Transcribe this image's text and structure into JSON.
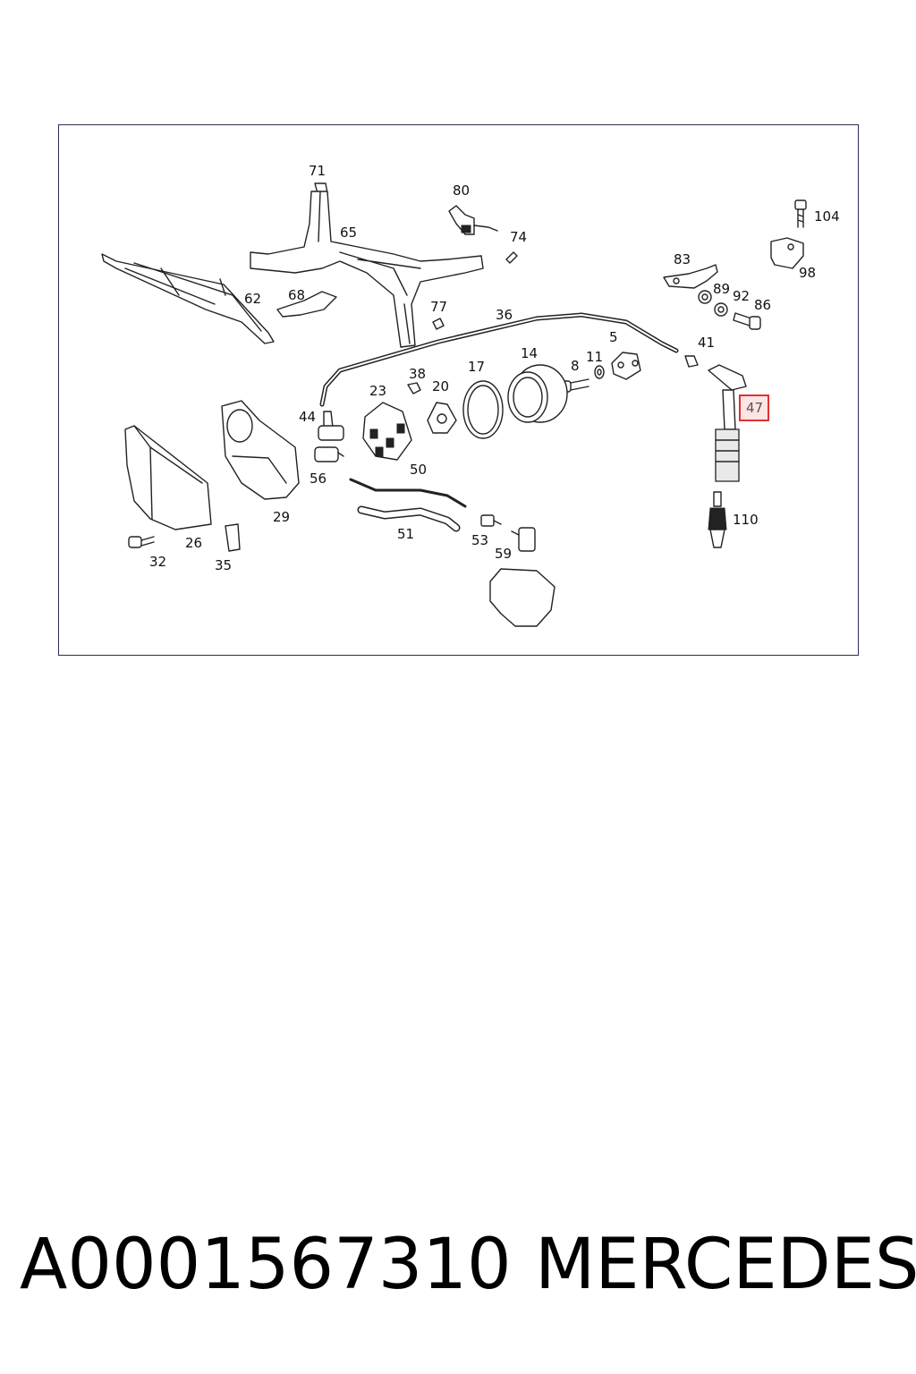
{
  "diagram": {
    "labels": {
      "p71": "71",
      "p80": "80",
      "p74": "74",
      "p104": "104",
      "p65": "65",
      "p83": "83",
      "p98": "98",
      "p89": "89",
      "p92": "92",
      "p86": "86",
      "p62": "62",
      "p68": "68",
      "p77": "77",
      "p36": "36",
      "p5": "5",
      "p41": "41",
      "p14": "14",
      "p8": "8",
      "p11": "11",
      "p17": "17",
      "p38": "38",
      "p23": "23",
      "p20": "20",
      "p47": "47",
      "p44": "44",
      "p56": "56",
      "p50": "50",
      "p29": "29",
      "p110": "110",
      "p26": "26",
      "p32": "32",
      "p35": "35",
      "p51": "51",
      "p53": "53",
      "p59": "59"
    },
    "highlighted_part": "47",
    "highlight_color": "#e03030"
  },
  "caption": {
    "part_number": "A0001567310",
    "brand": "MERCEDES"
  }
}
